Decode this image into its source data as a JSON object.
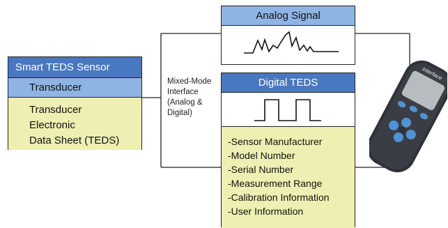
{
  "sensor": {
    "title": "Smart TEDS Sensor",
    "transducer_label": "Transducer",
    "teds_lines": [
      "Transducer",
      "Electronic",
      "Data Sheet (TEDS)"
    ]
  },
  "interface_label": [
    "Mixed-Mode",
    "Interface",
    "(Analog &",
    "Digital)"
  ],
  "analog": {
    "title": "Analog Signal"
  },
  "digital": {
    "title": "Digital TEDS",
    "items": [
      "-Sensor Manufacturer",
      "-Model Number",
      "-Serial Number",
      "-Measurement Range",
      "-Calibration Information",
      "-User Information"
    ]
  },
  "device": {
    "brand": "interface"
  },
  "colors": {
    "header_dark": "#4a78c0",
    "header_light": "#8eb4e3",
    "teds_fill": "#eef0b3",
    "device_body": "#2f3237",
    "device_buttons": "#4f93d6"
  }
}
